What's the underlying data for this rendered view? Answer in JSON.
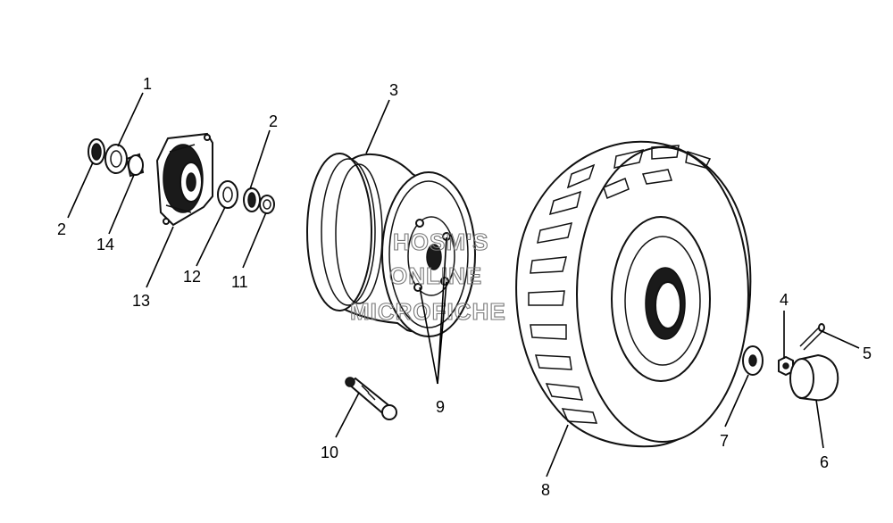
{
  "watermark": {
    "line1": "HOSM'S",
    "line2": "ONLINE",
    "line3": "MICROFICHE"
  },
  "callouts": [
    {
      "id": "c1",
      "text": "1"
    },
    {
      "id": "c2a",
      "text": "2"
    },
    {
      "id": "c2b",
      "text": "2"
    },
    {
      "id": "c3",
      "text": "3"
    },
    {
      "id": "c4",
      "text": "4"
    },
    {
      "id": "c5",
      "text": "5"
    },
    {
      "id": "c6",
      "text": "6"
    },
    {
      "id": "c7",
      "text": "7"
    },
    {
      "id": "c8",
      "text": "8"
    },
    {
      "id": "c9",
      "text": "9"
    },
    {
      "id": "c10",
      "text": "10"
    },
    {
      "id": "c11",
      "text": "11"
    },
    {
      "id": "c12",
      "text": "12"
    },
    {
      "id": "c13",
      "text": "13"
    },
    {
      "id": "c14",
      "text": "14"
    }
  ],
  "colors": {
    "line": "#111111",
    "background": "#ffffff",
    "watermark": "#777777"
  }
}
